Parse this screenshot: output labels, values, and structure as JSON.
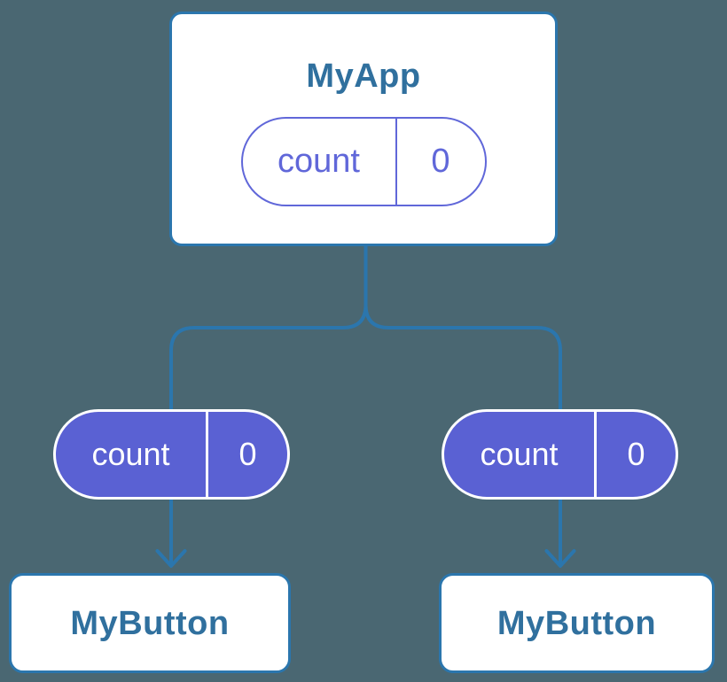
{
  "colors": {
    "background": "#4A6772",
    "line-blue": "#2B76AD",
    "node-text-blue": "#30709E",
    "pill-purple-border": "#6067D9",
    "pill-purple-fill": "#5A61D3",
    "node-fill": "#FFFFFF"
  },
  "nodes": {
    "root": {
      "title": "MyApp",
      "state": {
        "name": "count",
        "value": "0"
      }
    },
    "children": [
      {
        "title": "MyButton",
        "prop": {
          "name": "count",
          "value": "0"
        }
      },
      {
        "title": "MyButton",
        "prop": {
          "name": "count",
          "value": "0"
        }
      }
    ]
  }
}
